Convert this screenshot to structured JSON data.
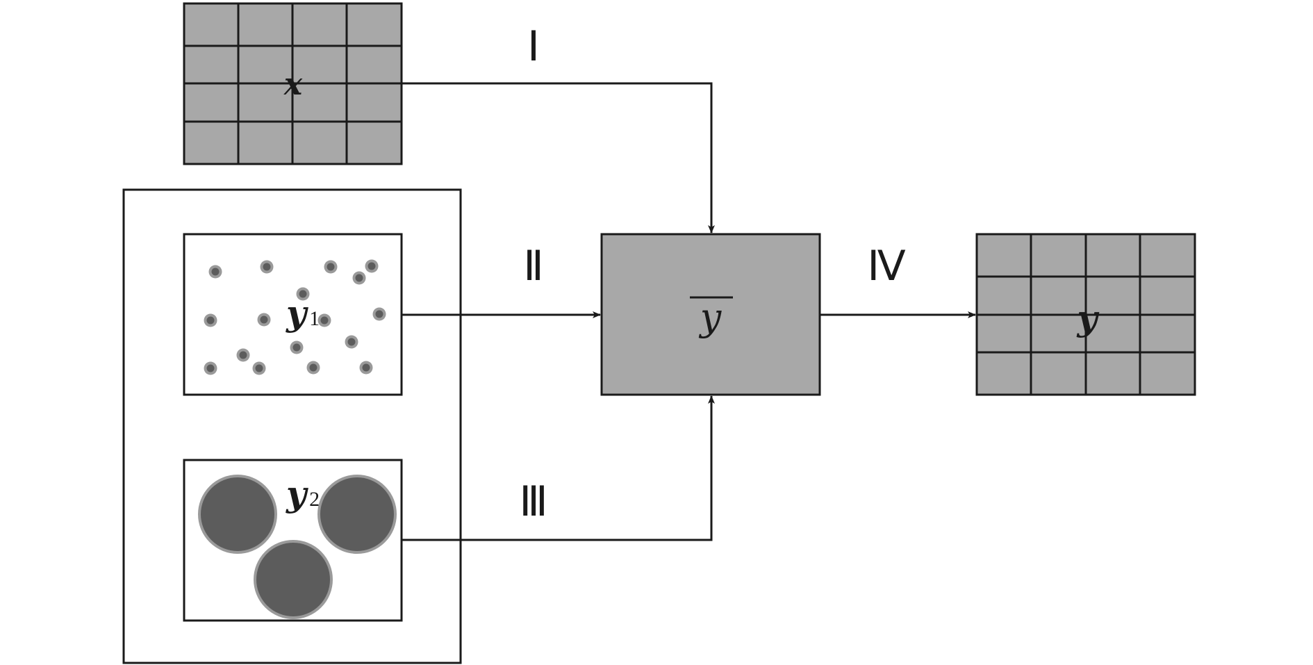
{
  "colors": {
    "cell_fill": "#a8a8a8",
    "line": "#1a1a1a",
    "particle_ring": "#9a9a9a",
    "particle_core": "#5c5c5c",
    "background": "#ffffff"
  },
  "labels": {
    "x": "x",
    "y1_base": "y",
    "y1_sub": "1",
    "y2_base": "y",
    "y2_sub": "2",
    "ybar": "y",
    "y_out": "y"
  },
  "paths": {
    "I": "Ⅰ",
    "II": "Ⅱ",
    "III": "Ⅲ",
    "IV": "Ⅳ"
  },
  "icons": {
    "small_particle": "small-particle-icon",
    "large_particle": "large-particle-icon"
  }
}
